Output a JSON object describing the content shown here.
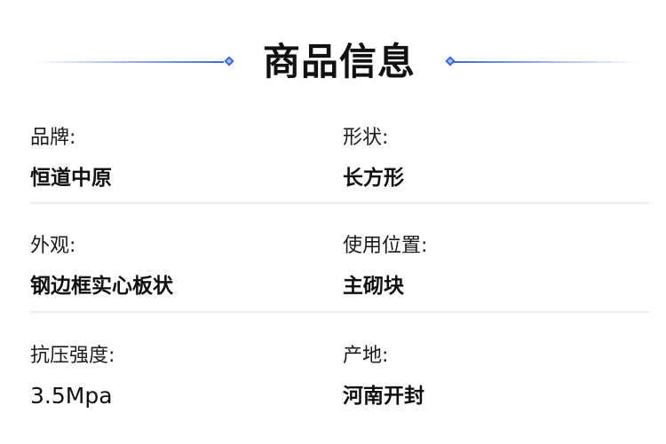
{
  "section": {
    "title": "商品信息"
  },
  "colors": {
    "accent": "#3b66dd",
    "divider": "#ebebeb"
  },
  "info_rows": [
    {
      "left": {
        "label": "品牌:",
        "value": "恒道中原"
      },
      "right": {
        "label": "形状:",
        "value": "长方形"
      }
    },
    {
      "left": {
        "label": "外观:",
        "value": "钢边框实心板状"
      },
      "right": {
        "label": "使用位置:",
        "value": "主砌块"
      }
    },
    {
      "left": {
        "label": "抗压强度:",
        "value": "3.5Mpa"
      },
      "right": {
        "label": "产地:",
        "value": "河南开封"
      }
    }
  ]
}
